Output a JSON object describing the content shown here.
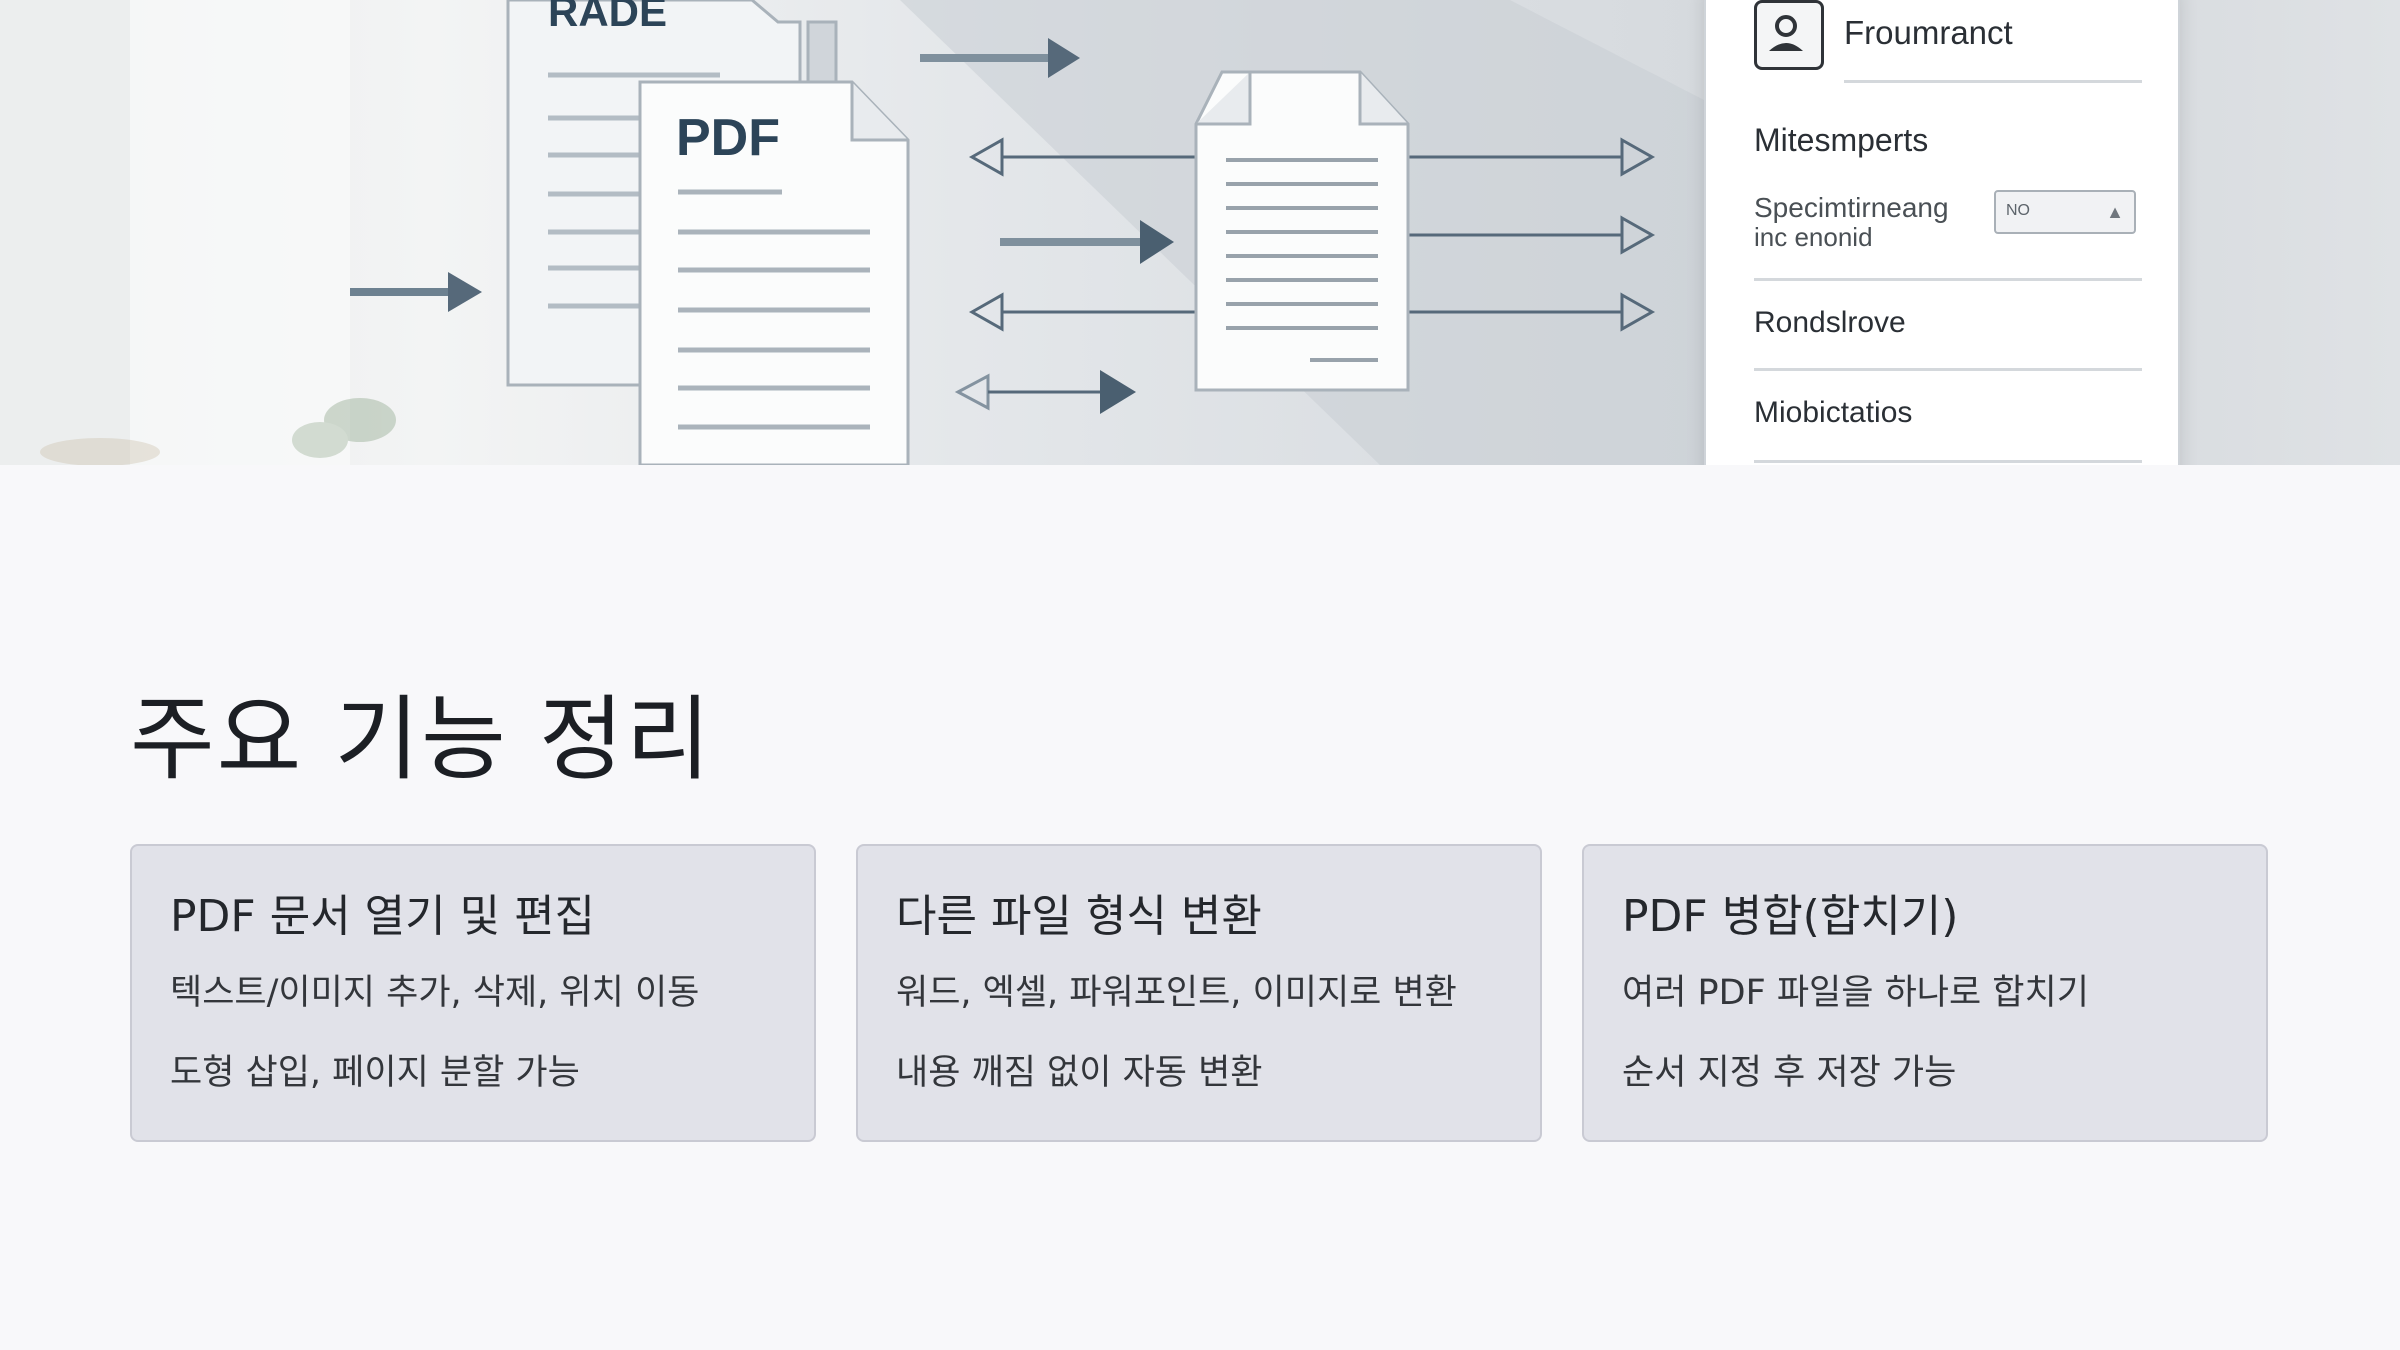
{
  "hero": {
    "doc_back_label": "RADE",
    "doc_front_label": "PDF",
    "panel": {
      "header": "Froumranct",
      "items": [
        "Mitesmperts",
        "Rondslrove",
        "Miobictatios"
      ],
      "spec_label_line1": "Specimtirneang",
      "spec_label_line2": "inc enonid",
      "spec_field_value": "NO",
      "spec_field_arrow": "▲"
    },
    "colors": {
      "arrow": "#4a5f70",
      "doc_text": "#2c4458"
    },
    "icons": [
      "profile-icon",
      "arrow-right-icon",
      "arrow-left-icon",
      "document-icon"
    ]
  },
  "main": {
    "title": "주요 기능 정리",
    "cards": [
      {
        "title": "PDF 문서 열기 및 편집",
        "lines": [
          "텍스트/이미지 추가, 삭제, 위치 이동",
          "도형 삽입, 페이지 분할 가능"
        ]
      },
      {
        "title": "다른 파일 형식 변환",
        "lines": [
          "워드, 엑셀, 파워포인트, 이미지로 변환",
          "내용 깨짐 없이 자동 변환"
        ]
      },
      {
        "title": "PDF 병합(합치기)",
        "lines": [
          "여러 PDF 파일을 하나로 합치기",
          "순서 지정 후 저장 가능"
        ]
      }
    ],
    "colors": {
      "card_bg": "#e1e2e9",
      "card_border": "#c9cad3",
      "page_bg": "#f8f8fa"
    }
  }
}
